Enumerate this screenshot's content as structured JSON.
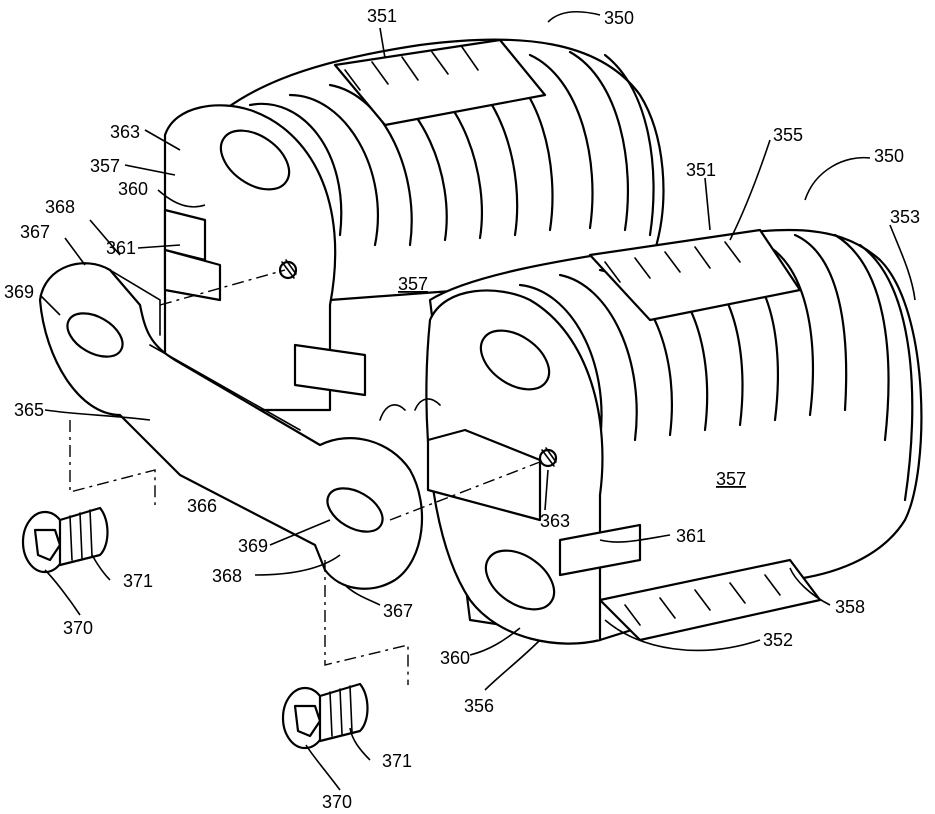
{
  "labels": {
    "l350a": "350",
    "l351a": "351",
    "l363a": "363",
    "l357a": "357",
    "l360a": "360",
    "l368a": "368",
    "l367a": "367",
    "l361a": "361",
    "l369a": "369",
    "l365": "365",
    "l357c": "357",
    "l366": "366",
    "l369b": "369",
    "l368b": "368",
    "l367b": "367",
    "l370a": "370",
    "l371a": "371",
    "l370b": "370",
    "l371b": "371",
    "l350b": "350",
    "l355": "355",
    "l351b": "351",
    "l353": "353",
    "l357d": "357",
    "l363b": "363",
    "l361b": "361",
    "l358": "358",
    "l352": "352",
    "l360b": "360",
    "l356": "356"
  }
}
